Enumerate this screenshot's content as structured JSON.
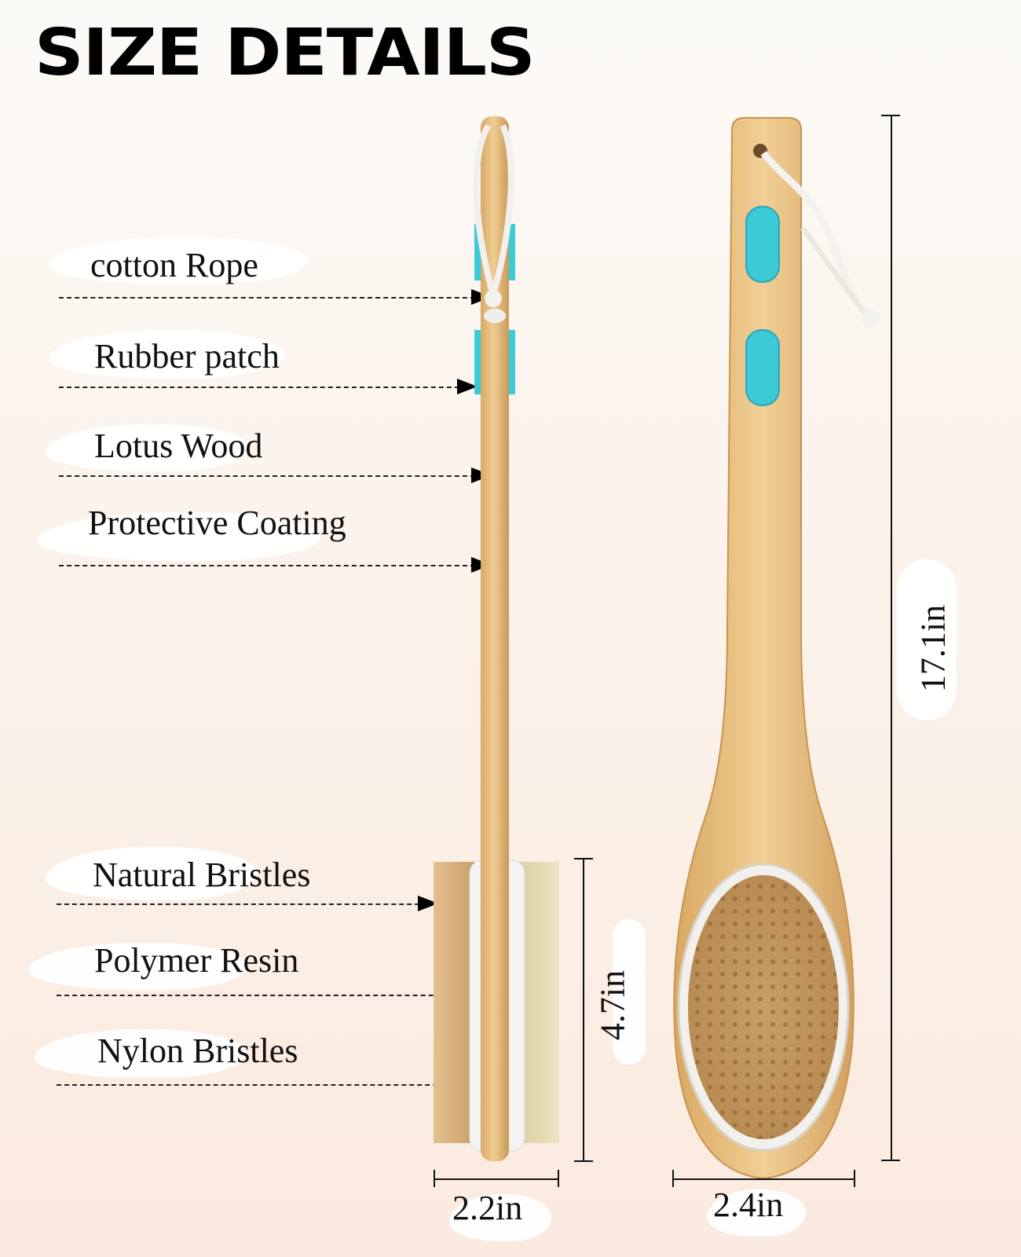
{
  "title": "SIZE DETAILS",
  "parts": [
    {
      "label": "cotton  Rope"
    },
    {
      "label": "Rubber  patch"
    },
    {
      "label": "Lotus  Wood"
    },
    {
      "label": "Protective Coating"
    },
    {
      "label": "Natural Bristles"
    },
    {
      "label": "Polymer Resin"
    },
    {
      "label": "Nylon Bristles"
    }
  ],
  "dimensions": {
    "total_length": "17.1in",
    "head_length": "4.7in",
    "side_head_width": "2.2in",
    "front_head_width": "2.4in"
  },
  "colors": {
    "wood": "#e3bd7e",
    "wood_dark": "#c99a55",
    "rubber": "#3cc9d8",
    "rope": "#f4f2ee",
    "natural_bristle": "#d9b07a",
    "nylon_bristle": "#e6dcb4",
    "resin": "#f2f2f2"
  }
}
